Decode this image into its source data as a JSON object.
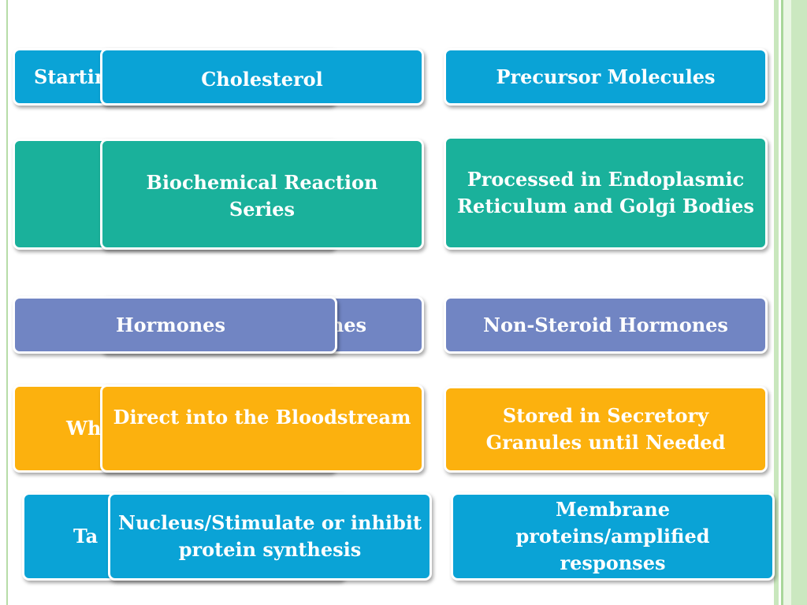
{
  "rows": [
    {
      "back_left": "Starting",
      "front_left": "Cholesterol",
      "right": "Precursor Molecules"
    },
    {
      "back_left": "",
      "front_left": "Biochemical Reaction Series",
      "right": "Processed in Endoplasmic Reticulum and Golgi Bodies"
    },
    {
      "back_left": "Hormones",
      "front_left": "Hormones",
      "right": "Non-Steroid Hormones",
      "back_right_fragment": "nes"
    },
    {
      "back_left": "Wh",
      "front_left": "Direct into the Bloodstream",
      "right": "Stored  in Secretory Granules until Needed"
    },
    {
      "back_left": "Ta",
      "front_left": "Nucleus/Stimulate or inhibit protein synthesis",
      "right": "Membrane proteins/amplified responses"
    }
  ],
  "colors": {
    "blue": "#0aa3d6",
    "teal": "#1ab19b",
    "purple": "#7185c3",
    "yellow": "#fcb10e",
    "frame_green": "#c9e7bd"
  }
}
